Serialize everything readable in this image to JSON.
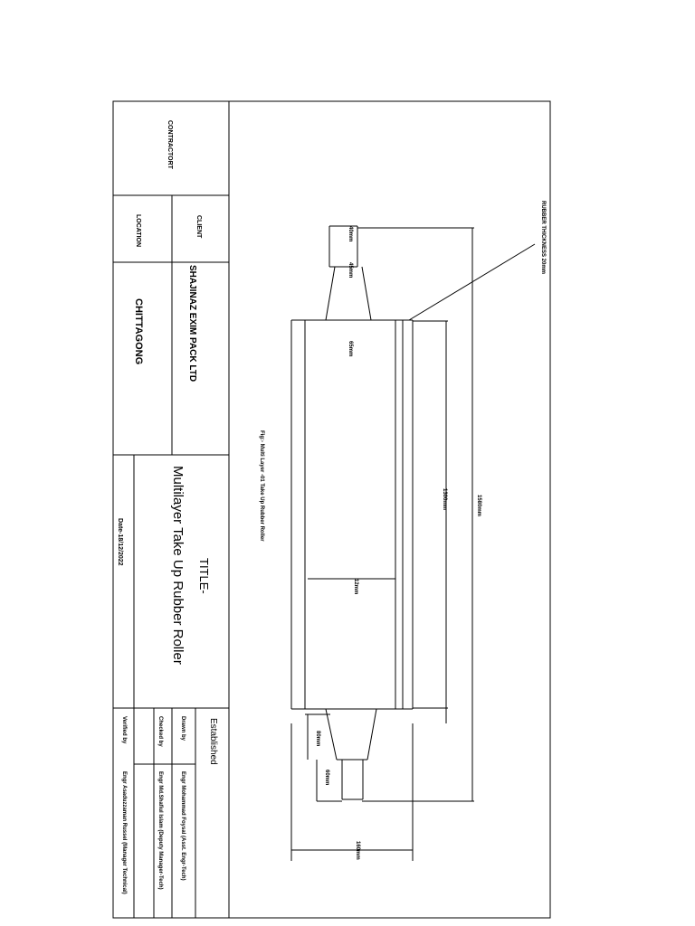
{
  "title_block": {
    "contractor_label": "CONTRACTORT",
    "client_label": "CLIENT",
    "client_value": "SHAJINAZ EXIM PACK LTD",
    "location_label": "LOCATION",
    "location_value": "CHITTAGONG",
    "title_label": "TITLE-",
    "title_value": "Multilayer Take Up Rubber Roller",
    "date": "Date-18/12/2022",
    "established_label": "Established",
    "drawn_by_label": "Drawn by",
    "drawn_by_value": "Engr Mohammad Foysal (Asst. Engr-Tech)",
    "checked_by_label": "Checked by",
    "checked_by_value": "Engr Md.Shafiul Islam (Deputy Manager-Tech)",
    "verified_by_label": "Verified by",
    "verified_by_value": "Engr Asaduzzaman Russel (Manager Technical)"
  },
  "drawing": {
    "figure_caption": "Fig:- Multi Layer -01 Take Up Rubber Roller",
    "rubber_thickness": "RUBBER THICKNESS 20mm",
    "dims": {
      "overall_length": "1580mm",
      "body_length": "1300mm",
      "diameter": "160mm",
      "shaft_end": "40mm",
      "journal_top": "45mm",
      "shoulder_top": "65mm",
      "wall": "12mm",
      "journal_bottom": "80mm",
      "shaft_bottom": "60mm"
    }
  }
}
